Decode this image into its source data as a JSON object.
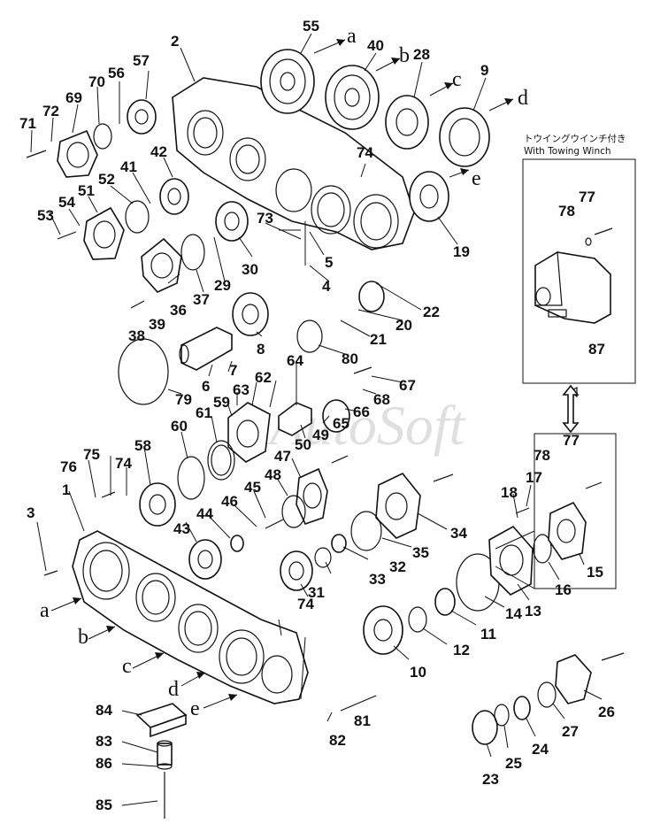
{
  "inset": {
    "title_jp": "トウイングウインチ付き",
    "title_en": "With Towing Winch"
  },
  "watermark": "AutoSoft",
  "letters": [
    "a",
    "b",
    "c",
    "d",
    "e"
  ],
  "callouts": {
    "p1": "1",
    "p2": "2",
    "p3": "3",
    "p4": "4",
    "p5": "5",
    "p6": "6",
    "p7": "7",
    "p8": "8",
    "p9": "9",
    "p10": "10",
    "p11": "11",
    "p12": "12",
    "p13": "13",
    "p14": "14",
    "p15": "15",
    "p16": "16",
    "p17": "17",
    "p18": "18",
    "p19": "19",
    "p20": "20",
    "p21": "21",
    "p22": "22",
    "p23": "23",
    "p24": "24",
    "p25": "25",
    "p26": "26",
    "p27": "27",
    "p28": "28",
    "p29": "29",
    "p30": "30",
    "p31": "31",
    "p32": "32",
    "p33": "33",
    "p34": "34",
    "p35": "35",
    "p36": "36",
    "p37": "37",
    "p38": "38",
    "p39": "39",
    "p40": "40",
    "p41": "41",
    "p42": "42",
    "p43": "43",
    "p44": "44",
    "p45": "45",
    "p46": "46",
    "p47": "47",
    "p48": "48",
    "p49": "49",
    "p50": "50",
    "p51": "51",
    "p52": "52",
    "p53": "53",
    "p54": "54",
    "p55": "55",
    "p56": "56",
    "p57": "57",
    "p58": "58",
    "p59": "59",
    "p60": "60",
    "p61": "61",
    "p62": "62",
    "p63": "63",
    "p64": "64",
    "p65": "65",
    "p66": "66",
    "p67": "67",
    "p68": "68",
    "p69": "69",
    "p70": "70",
    "p71": "71",
    "p72": "72",
    "p73": "73",
    "p74a": "74",
    "p74b": "74",
    "p74c": "74",
    "p75": "75",
    "p76": "76",
    "p77a": "77",
    "p77b": "77",
    "p78a": "78",
    "p78b": "78",
    "p79": "79",
    "p80": "80",
    "p81": "81",
    "p82": "82",
    "p83": "83",
    "p84": "84",
    "p85": "85",
    "p86": "86",
    "p87": "87"
  }
}
